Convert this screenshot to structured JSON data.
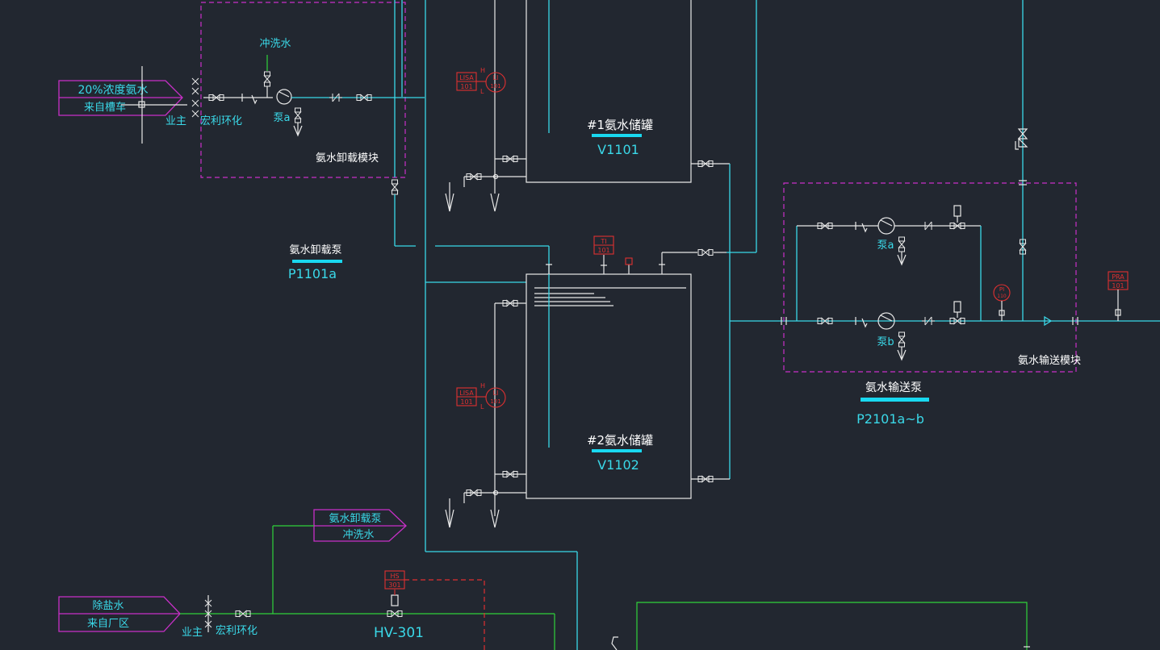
{
  "modules": {
    "unload_module": "氨水卸载模块",
    "transfer_module": "氨水输送模块"
  },
  "inlets": {
    "ammonia_line1": "20%浓度氨水",
    "ammonia_line2": "来自槽车",
    "water_line1": "除盐水",
    "water_line2": "来自厂区"
  },
  "outlet": {
    "flush_line1": "氨水卸载泵",
    "flush_line2": "冲洗水"
  },
  "labels": {
    "owner": "业主",
    "vendor": "宏利环化",
    "flush_water": "冲洗水",
    "pump_a": "泵a",
    "pump_b": "泵b"
  },
  "equipment": {
    "tank1_name": "#1氨水储罐",
    "tank1_tag": "V1101",
    "tank2_name": "#2氨水储罐",
    "tank2_tag": "V1102",
    "unload_pump_name": "氨水卸载泵",
    "unload_pump_tag": "P1101a",
    "transfer_pump_name": "氨水输送泵",
    "transfer_pump_tag": "P2101a~b",
    "valve_tag": "HV-301"
  },
  "instruments": {
    "lisa1_tag": "LISA",
    "lisa1_num": "101",
    "li1_tag": "LI",
    "li1_num": "101",
    "lisa2_tag": "LISA",
    "lisa2_num": "101",
    "li2_tag": "LI",
    "li2_num": "101",
    "alarm_h": "H",
    "alarm_l": "L",
    "ti_tag": "TI",
    "ti_num": "101",
    "pi_tag": "PI",
    "pi_num": "110",
    "pra_tag": "PRA",
    "pra_num": "101",
    "hs_tag": "HS",
    "hs_num": "301"
  },
  "colors": {
    "background": "#222730",
    "process_line": "#3ad8e8",
    "equipment": "#e8e8e8",
    "water_line": "#2fd33a",
    "module_boundary": "#c830c8",
    "instrument": "#e03030"
  }
}
